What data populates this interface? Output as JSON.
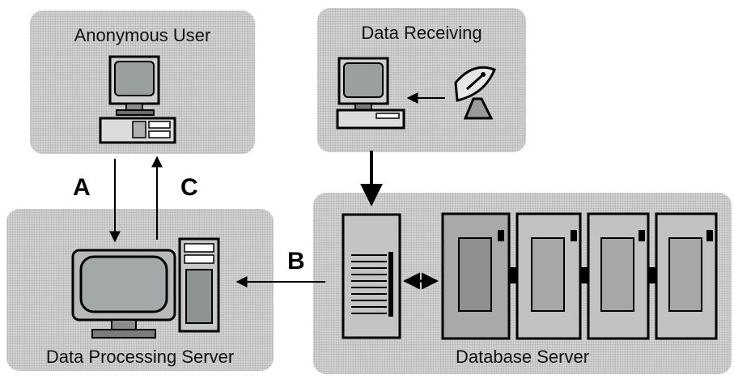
{
  "panels": {
    "anonymous_user": {
      "title": "Anonymous User"
    },
    "data_receiving": {
      "title": "Data Receiving"
    },
    "data_processing_server": {
      "title": "Data Processing Server"
    },
    "database_server": {
      "title": "Database Server"
    }
  },
  "arrow_labels": {
    "a": "A",
    "b": "B",
    "c": "C"
  }
}
